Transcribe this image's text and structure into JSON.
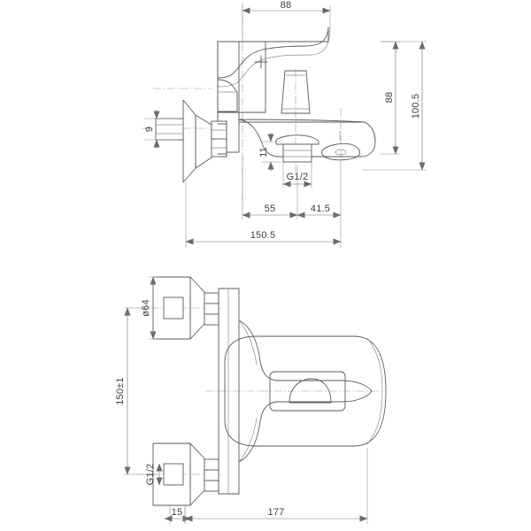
{
  "drawing": {
    "title": "Wall-mounted bath/shower mixer tap technical drawing",
    "background_color": "#ffffff",
    "line_color": "#5a5a5a",
    "dimension_color": "#6b6b6b",
    "text_color": "#3d3d3d",
    "views": [
      {
        "name": "side-elevation",
        "position": "top"
      },
      {
        "name": "front-elevation",
        "position": "bottom"
      }
    ]
  },
  "side_view": {
    "name": "side-elevation-view",
    "dimensions": {
      "spout_reach_top": "88",
      "height_to_spout": "88",
      "overall_height": "100.5",
      "inlet_projection": "9",
      "shower_outlet_height": "11",
      "thread_label": "G1/2",
      "body_to_outlet": "55",
      "outlet_to_spout_end": "41.5",
      "overall_length": "150.5"
    }
  },
  "front_view": {
    "name": "front-elevation-view",
    "dimensions": {
      "flange_diameter": "ø64",
      "inlet_centres": "150±1",
      "thread_label": "G1/2",
      "wall_offset": "15",
      "overall_width": "177"
    }
  },
  "labels": {
    "d88_top": "88",
    "d88_right": "88",
    "d100_5": "100.5",
    "d9": "9",
    "d11": "11",
    "g12_side": "G1/2",
    "d55": "55",
    "d41_5": "41.5",
    "d150_5": "150.5",
    "d64": "ø64",
    "d150pm1": "150±1",
    "g12_front": "G1/2",
    "d15": "15",
    "d177": "177"
  }
}
